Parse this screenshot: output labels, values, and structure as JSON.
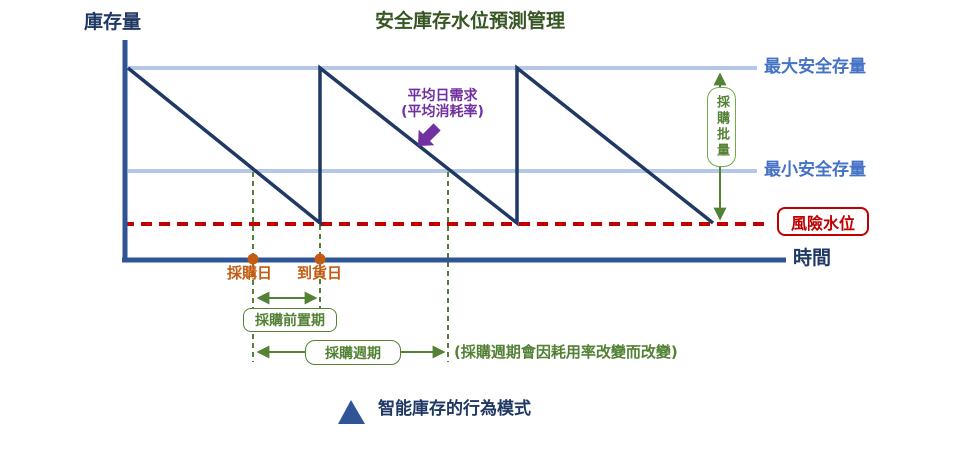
{
  "title": "安全庫存水位預測管理",
  "axes": {
    "y_label": "庫存量",
    "x_label": "時間"
  },
  "levels": {
    "max_label": "最大安全存量",
    "min_label": "最小安全存量",
    "risk_label": "風險水位"
  },
  "annotations": {
    "demand_line1": "平均日需求",
    "demand_line2": "(平均消耗率)",
    "batch_label": "採購批量",
    "purchase_day": "採購日",
    "arrival_day": "到貨日",
    "lead_time": "採購前置期",
    "cycle": "採購週期",
    "cycle_note": "(採購週期會因耗用率改變而改變)",
    "legend": "智能庫存的行為模式"
  },
  "colors": {
    "title_green": "#375623",
    "navy": "#1F3864",
    "axis_blue": "#2F5597",
    "light_blue": "#B4C7E7",
    "label_blue": "#4472C4",
    "risk_red": "#C00000",
    "green_dark": "#538135",
    "green_light": "#70AD47",
    "orange": "#C55A11",
    "purple": "#7030A0"
  }
}
